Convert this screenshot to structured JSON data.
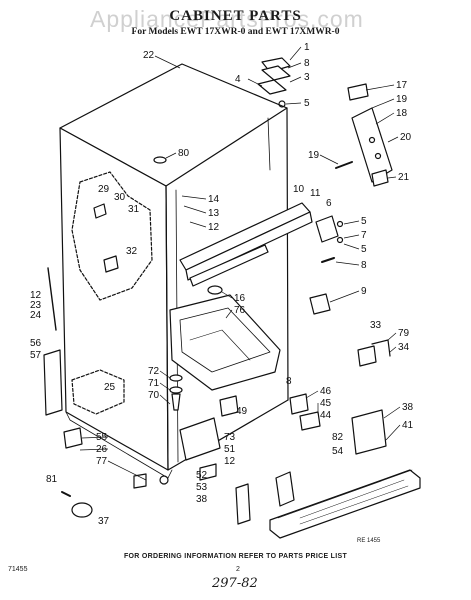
{
  "watermark": "AppliancePartsPros.com",
  "title": "CABINET PARTS",
  "subtitle": "For Models EWT 17XWR-0 and EWT 17XMWR-0",
  "footer": "FOR ORDERING INFORMATION REFER TO PARTS PRICE LIST",
  "code_left": "71455",
  "page_number": "2",
  "ref_code": "RE 1455",
  "handwritten": "297-82",
  "callouts": [
    {
      "id": "c1",
      "text": "1"
    },
    {
      "id": "c2",
      "text": "8"
    },
    {
      "id": "c3",
      "text": "3"
    },
    {
      "id": "c4",
      "text": "4"
    },
    {
      "id": "c5",
      "text": "5"
    },
    {
      "id": "c6",
      "text": "22"
    },
    {
      "id": "c7",
      "text": "17"
    },
    {
      "id": "c8",
      "text": "19"
    },
    {
      "id": "c9",
      "text": "18"
    },
    {
      "id": "c10",
      "text": "20"
    },
    {
      "id": "c11",
      "text": "80"
    },
    {
      "id": "c12",
      "text": "19"
    },
    {
      "id": "c13",
      "text": "21"
    },
    {
      "id": "c14",
      "text": "29"
    },
    {
      "id": "c15",
      "text": "30"
    },
    {
      "id": "c16",
      "text": "31"
    },
    {
      "id": "c17",
      "text": "14"
    },
    {
      "id": "c18",
      "text": "13"
    },
    {
      "id": "c19",
      "text": "12"
    },
    {
      "id": "c20",
      "text": "10"
    },
    {
      "id": "c21",
      "text": "11"
    },
    {
      "id": "c22",
      "text": "6"
    },
    {
      "id": "c23",
      "text": "5"
    },
    {
      "id": "c24",
      "text": "7"
    },
    {
      "id": "c25",
      "text": "5"
    },
    {
      "id": "c26",
      "text": "8"
    },
    {
      "id": "c27",
      "text": "32"
    },
    {
      "id": "c28",
      "text": "12"
    },
    {
      "id": "c29",
      "text": "23"
    },
    {
      "id": "c30",
      "text": "24"
    },
    {
      "id": "c31",
      "text": "16"
    },
    {
      "id": "c32",
      "text": "76"
    },
    {
      "id": "c33",
      "text": "9"
    },
    {
      "id": "c34",
      "text": "33"
    },
    {
      "id": "c35",
      "text": "79"
    },
    {
      "id": "c36",
      "text": "34"
    },
    {
      "id": "c37",
      "text": "56"
    },
    {
      "id": "c38",
      "text": "57"
    },
    {
      "id": "c39",
      "text": "72"
    },
    {
      "id": "c40",
      "text": "71"
    },
    {
      "id": "c41",
      "text": "70"
    },
    {
      "id": "c42",
      "text": "25"
    },
    {
      "id": "c43",
      "text": "8"
    },
    {
      "id": "c44",
      "text": "46"
    },
    {
      "id": "c45",
      "text": "45"
    },
    {
      "id": "c46",
      "text": "44"
    },
    {
      "id": "c47",
      "text": "49"
    },
    {
      "id": "c48",
      "text": "73"
    },
    {
      "id": "c49",
      "text": "51"
    },
    {
      "id": "c50",
      "text": "12"
    },
    {
      "id": "c51",
      "text": "38"
    },
    {
      "id": "c52",
      "text": "41"
    },
    {
      "id": "c53",
      "text": "55"
    },
    {
      "id": "c54",
      "text": "26"
    },
    {
      "id": "c55",
      "text": "77"
    },
    {
      "id": "c56",
      "text": "52"
    },
    {
      "id": "c57",
      "text": "53"
    },
    {
      "id": "c58",
      "text": "82"
    },
    {
      "id": "c59",
      "text": "54"
    },
    {
      "id": "c60",
      "text": "81"
    },
    {
      "id": "c61",
      "text": "37"
    },
    {
      "id": "c62",
      "text": "38"
    }
  ]
}
